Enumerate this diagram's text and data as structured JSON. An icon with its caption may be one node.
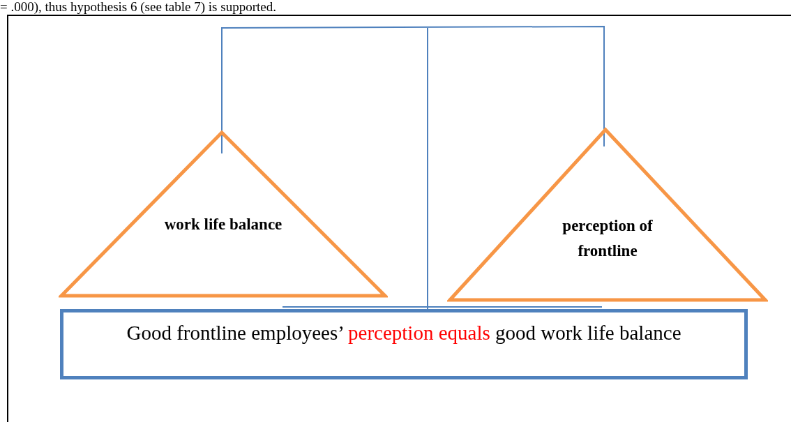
{
  "diagram": {
    "nodes": [
      {
        "text": [
          "work life balance"
        ]
      },
      {
        "text": [
          "perception of frontline"
        ]
      },
      {
        "text": [
          "Good frontline employees’",
          "perception equals",
          "good work life balance"
        ]
      }
    ],
    "labels": [
      "= .000), thus hypothesis 6 (see table 7) is supported."
    ]
  }
}
